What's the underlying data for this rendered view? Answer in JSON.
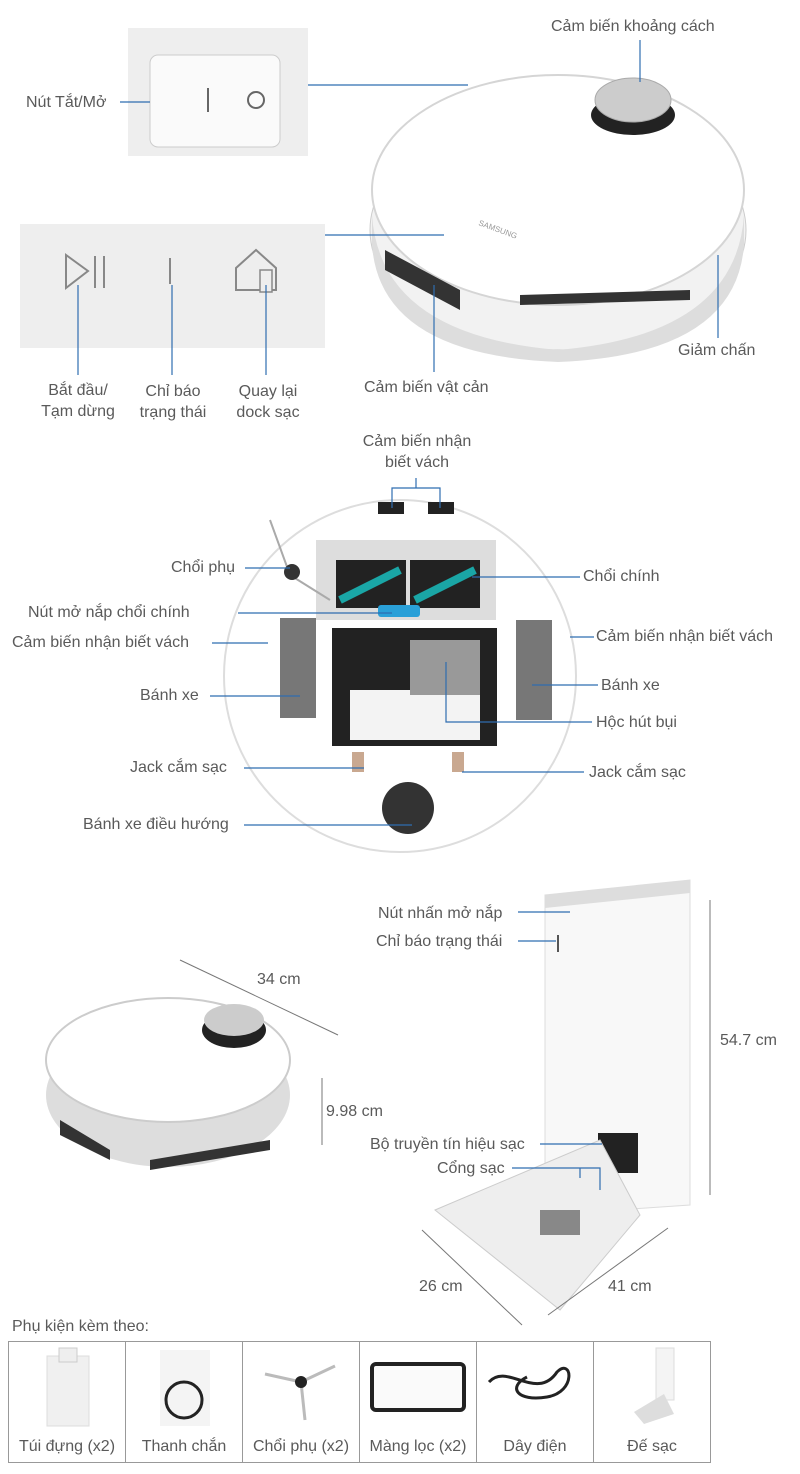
{
  "top": {
    "power_switch": "Nút Tắt/Mở",
    "distance_sensor": "Cảm biến khoảng cách",
    "start_pause": "Bắt đầu/\nTạm dừng",
    "start_pause_l1": "Bắt đầu/",
    "start_pause_l2": "Tạm dừng",
    "status_l1": "Chỉ báo",
    "status_l2": "trạng thái",
    "dock_l1": "Quay lại",
    "dock_l2": "dock sạc",
    "obstacle_sensor": "Cảm biến vật cản",
    "bumper": "Giảm chấn",
    "brand": "SAMSUNG"
  },
  "bottom": {
    "cliff_top_l1": "Cảm biến nhận",
    "cliff_top_l2": "biết vách",
    "side_brush": "Chổi phụ",
    "main_brush": "Chổi chính",
    "brush_cover_button": "Nút mở nắp chổi chính",
    "cliff_left": "Cảm biến nhận biết vách",
    "cliff_right": "Cảm biến nhận biết vách",
    "wheel_left": "Bánh xe",
    "wheel_right": "Bánh xe",
    "dustbin": "Hộc hút bụi",
    "jack_left": "Jack cắm sạc",
    "jack_right": "Jack cắm sạc",
    "caster": "Bánh xe điều hướng"
  },
  "dimensions": {
    "robot_diameter": "34 cm",
    "robot_height": "9.98 cm",
    "dock_height": "54.7 cm",
    "dock_width": "26 cm",
    "dock_depth": "41 cm",
    "dock_lid_button": "Nút nhấn mở nắp",
    "dock_status": "Chỉ báo trạng thái",
    "signal_transmitter": "Bộ truyền tín hiệu sạc",
    "charge_port": "Cổng sạc"
  },
  "accessories": {
    "title": "Phụ kiện kèm theo:",
    "items": [
      "Túi đựng (x2)",
      "Thanh chắn",
      "Chổi phụ (x2)",
      "Màng lọc (x2)",
      "Dây điện",
      "Đế sạc"
    ]
  },
  "colors": {
    "leader_line": "#2f6db0",
    "brush_teal": "#1aa6a6",
    "button_blue": "#2aa0d8"
  }
}
